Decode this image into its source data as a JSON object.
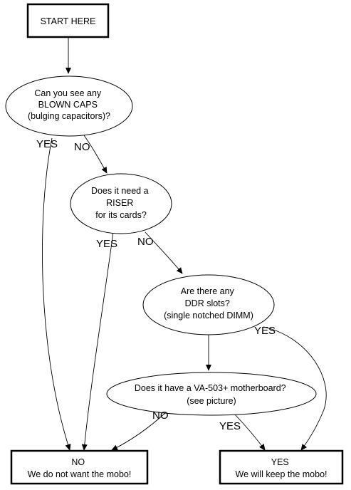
{
  "nodes": {
    "start": {
      "lines": [
        "START HERE"
      ]
    },
    "blown_caps": {
      "lines": [
        "Can you see any",
        "BLOWN CAPS",
        "(bulging capacitors)?"
      ]
    },
    "riser": {
      "lines": [
        "Does it need a",
        "RISER",
        "for its cards?"
      ]
    },
    "ddr": {
      "lines": [
        "Are there any",
        "DDR slots?",
        "(single notched DIMM)"
      ]
    },
    "va503": {
      "lines": [
        "Does it have a VA-503+ motherboard?",
        "(see picture)"
      ]
    },
    "reject": {
      "lines": [
        "NO",
        "We do not want the mobo!"
      ]
    },
    "keep": {
      "lines": [
        "YES",
        "We will keep the mobo!"
      ]
    }
  },
  "edge_labels": {
    "caps_yes": "YES",
    "caps_no": "NO",
    "riser_yes": "YES",
    "riser_no": "NO",
    "ddr_yes": "YES",
    "va_no": "NO",
    "va_yes": "YES"
  }
}
